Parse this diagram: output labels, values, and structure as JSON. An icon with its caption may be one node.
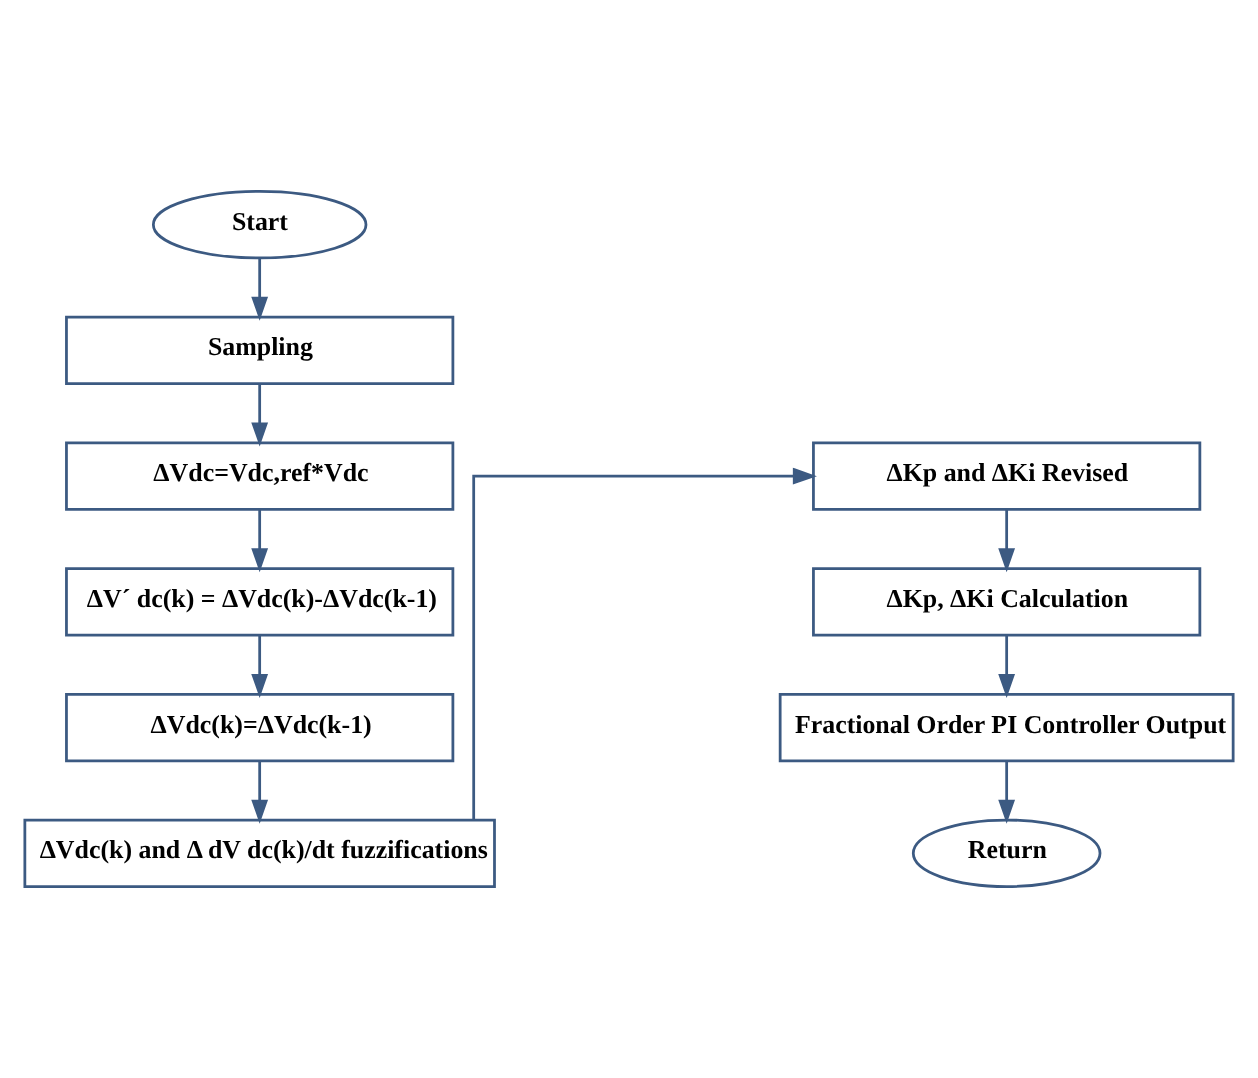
{
  "diagram": {
    "nodes": [
      {
        "text": [
          "Start"
        ]
      },
      {
        "text": [
          "Sampling"
        ]
      },
      {
        "text": [
          "ΔVdc=Vdc,ref*Vdc"
        ]
      },
      {
        "text": [
          "ΔV´ dc(k) = ΔVdc(k)-ΔVdc(k-1)"
        ]
      },
      {
        "text": [
          "ΔVdc(k)=ΔVdc(k-1)"
        ]
      },
      {
        "text": [
          "ΔVdc(k) and Δ dV dc(k)/dt fuzzifications"
        ]
      },
      {
        "text": [
          "ΔKp and ΔKi Revised"
        ]
      },
      {
        "text": [
          "ΔKp, ΔKi Calculation"
        ]
      },
      {
        "text": [
          "Fractional Order PI Controller Output"
        ]
      },
      {
        "text": [
          "Return"
        ]
      }
    ],
    "edges": [
      {
        "from": 0,
        "to": 1,
        "arrow": "to"
      },
      {
        "from": 1,
        "to": 2,
        "arrow": "to"
      },
      {
        "from": 2,
        "to": 3,
        "arrow": "to"
      },
      {
        "from": 3,
        "to": 4,
        "arrow": "to"
      },
      {
        "from": 4,
        "to": 5,
        "arrow": "to"
      },
      {
        "from": 5,
        "to": 6,
        "arrow": "to"
      },
      {
        "from": 6,
        "to": 7,
        "arrow": "to"
      },
      {
        "from": 7,
        "to": 8,
        "arrow": "to"
      },
      {
        "from": 8,
        "to": 9,
        "arrow": "to"
      }
    ]
  }
}
